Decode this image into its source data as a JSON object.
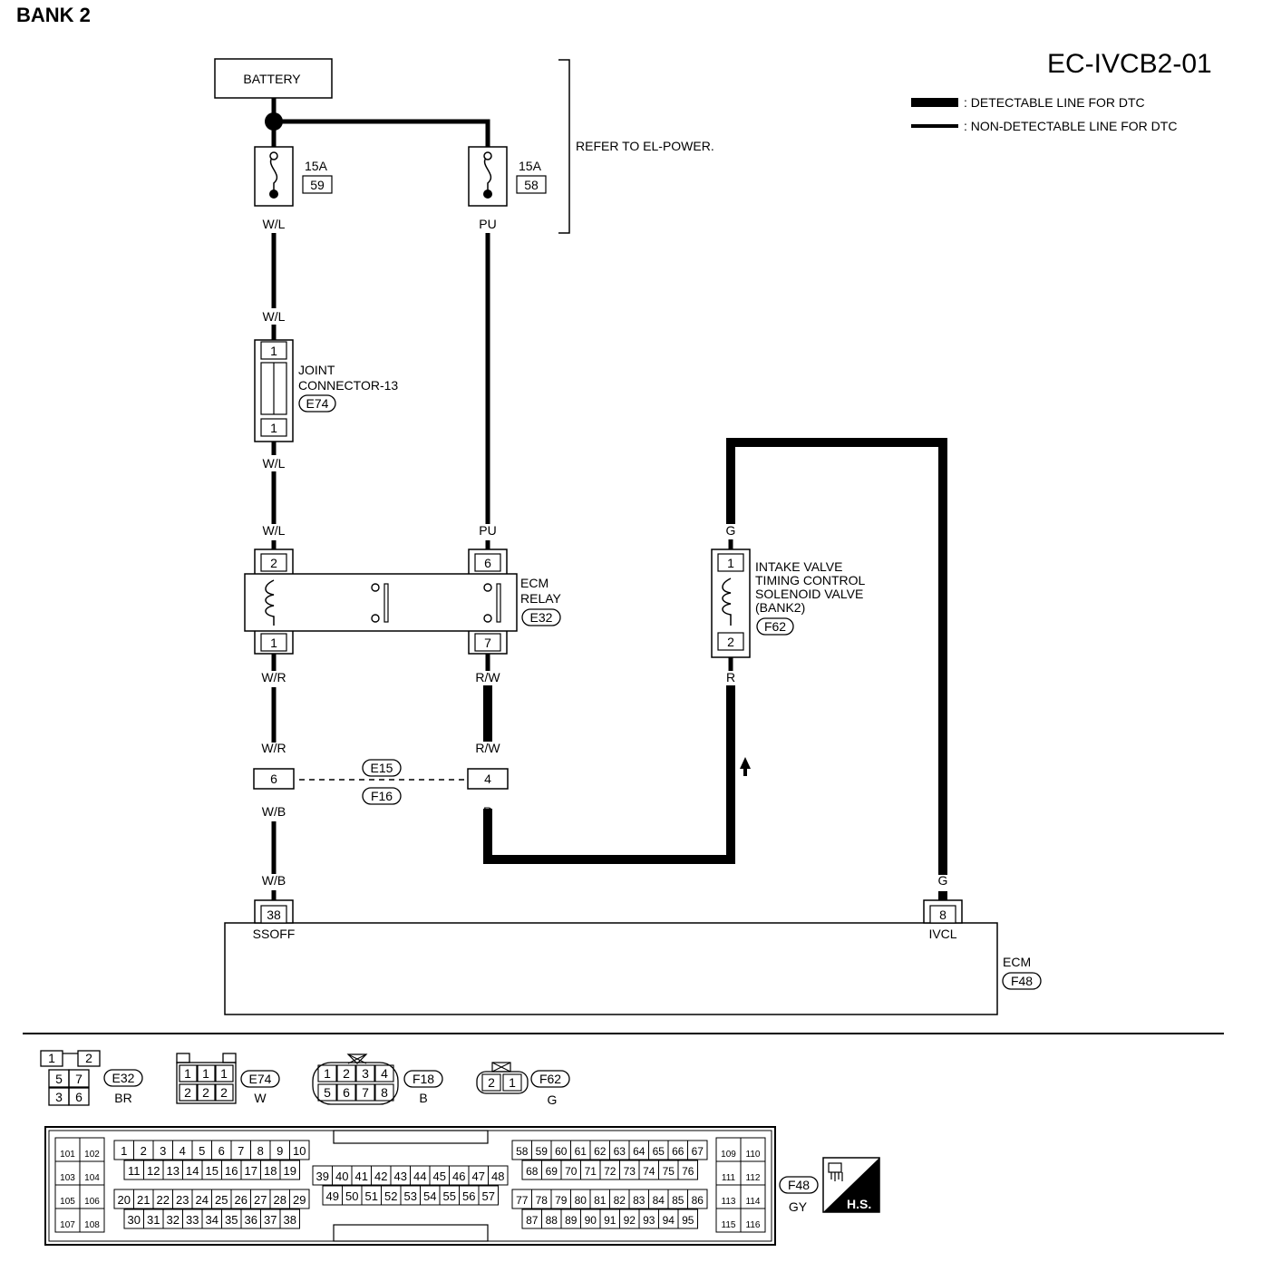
{
  "header": {
    "title": "BANK 2",
    "code": "EC-IVCB2-01"
  },
  "legend": {
    "thick": ": DETECTABLE LINE FOR DTC",
    "thin": ": NON-DETECTABLE LINE FOR DTC"
  },
  "battery": "BATTERY",
  "refer": "REFER TO EL-POWER.",
  "fuse59": {
    "amp": "15A",
    "num": "59"
  },
  "fuse58": {
    "amp": "15A",
    "num": "58"
  },
  "wires": {
    "wl": "W/L",
    "pu": "PU",
    "wr": "W/R",
    "rw": "R/W",
    "wb": "W/B",
    "r": "R",
    "g": "G"
  },
  "joint": {
    "l1": "JOINT",
    "l2": "CONNECTOR-13",
    "id": "E74",
    "pin": "1"
  },
  "relay": {
    "l1": "ECM",
    "l2": "RELAY",
    "id": "E32",
    "p2": "2",
    "p1": "1",
    "p6": "6",
    "p7": "7"
  },
  "ivt": {
    "l1": "INTAKE VALVE",
    "l2": "TIMING CONTROL",
    "l3": "SOLENOID VALVE",
    "l4": "(BANK2)",
    "id": "F62",
    "p1": "1",
    "p2": "2"
  },
  "joint2": {
    "id1": "E15",
    "id2": "F16",
    "p6": "6",
    "p4": "4"
  },
  "ecm": {
    "label": "ECM",
    "id": "F48",
    "p38": "38",
    "p8": "8",
    "ssoff": "SSOFF",
    "ivcl": "IVCL"
  },
  "connectors": {
    "e32": {
      "id": "E32",
      "color": "BR",
      "pins": [
        "1",
        "2",
        "5",
        "7",
        "3",
        "6"
      ]
    },
    "e74": {
      "id": "E74",
      "color": "W",
      "pins": [
        "1",
        "1",
        "1",
        "2",
        "2",
        "2"
      ]
    },
    "f18": {
      "id": "F18",
      "color": "B",
      "pins": [
        "1",
        "2",
        "3",
        "4",
        "5",
        "6",
        "7",
        "8"
      ]
    },
    "f62": {
      "id": "F62",
      "color": "G",
      "pins": [
        "2",
        "1"
      ]
    },
    "f48": {
      "id": "F48",
      "color": "GY"
    },
    "hs": "H.S."
  },
  "f48pins": {
    "left": [
      [
        "101",
        "102"
      ],
      [
        "103",
        "104"
      ],
      [
        "105",
        "106"
      ],
      [
        "107",
        "108"
      ]
    ],
    "right": [
      [
        "109",
        "110"
      ],
      [
        "111",
        "112"
      ],
      [
        "113",
        "114"
      ],
      [
        "115",
        "116"
      ]
    ],
    "a1": [
      "1",
      "2",
      "3",
      "4",
      "5",
      "6",
      "7",
      "8",
      "9",
      "10"
    ],
    "a2": [
      "11",
      "12",
      "13",
      "14",
      "15",
      "16",
      "17",
      "18",
      "19"
    ],
    "a3": [
      "20",
      "21",
      "22",
      "23",
      "24",
      "25",
      "26",
      "27",
      "28",
      "29"
    ],
    "a4": [
      "30",
      "31",
      "32",
      "33",
      "34",
      "35",
      "36",
      "37",
      "38"
    ],
    "b1": [
      "39",
      "40",
      "41",
      "42",
      "43",
      "44",
      "45",
      "46",
      "47",
      "48"
    ],
    "b2": [
      "49",
      "50",
      "51",
      "52",
      "53",
      "54",
      "55",
      "56",
      "57"
    ],
    "c1": [
      "58",
      "59",
      "60",
      "61",
      "62",
      "63",
      "64",
      "65",
      "66",
      "67"
    ],
    "c2": [
      "68",
      "69",
      "70",
      "71",
      "72",
      "73",
      "74",
      "75",
      "76"
    ],
    "c3": [
      "77",
      "78",
      "79",
      "80",
      "81",
      "82",
      "83",
      "84",
      "85",
      "86"
    ],
    "c4": [
      "87",
      "88",
      "89",
      "90",
      "91",
      "92",
      "93",
      "94",
      "95"
    ]
  }
}
